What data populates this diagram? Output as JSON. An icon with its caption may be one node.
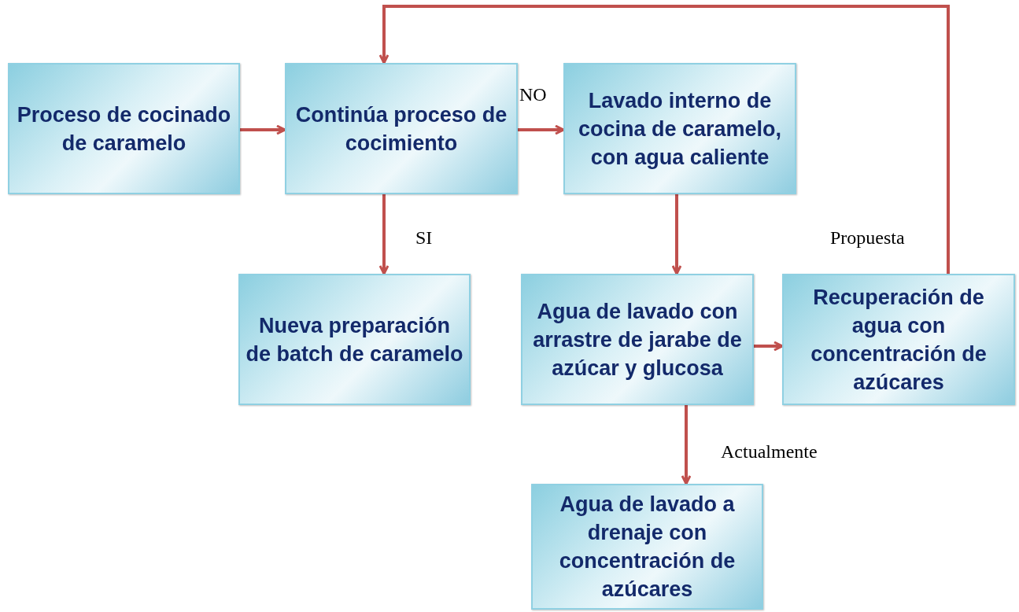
{
  "diagram": {
    "nodes": [
      {
        "text": [
          "Proceso de cocinado de caramelo"
        ]
      },
      {
        "text": [
          "Continúa proceso de cocimiento"
        ]
      },
      {
        "text": [
          "Lavado interno de cocina de caramelo, con agua caliente"
        ]
      },
      {
        "text": [
          "Nueva preparación de batch de caramelo"
        ]
      },
      {
        "text": [
          "Agua de lavado con arrastre de jarabe de azúcar y glucosa"
        ]
      },
      {
        "text": [
          "Recuperación de agua con concentración de azúcares"
        ]
      },
      {
        "text": [
          "Agua de lavado a drenaje con concentración de azúcares"
        ]
      }
    ],
    "edges": [
      {
        "from": 0,
        "to": 1,
        "arrow": "to"
      },
      {
        "from": 1,
        "to": 2,
        "arrow": "to",
        "label": "NO"
      },
      {
        "from": 1,
        "to": 3,
        "arrow": "to",
        "label": "SI"
      },
      {
        "from": 2,
        "to": 4,
        "arrow": "to"
      },
      {
        "from": 4,
        "to": 5,
        "arrow": "to"
      },
      {
        "from": 4,
        "to": 6,
        "arrow": "to",
        "label": "Actualmente"
      },
      {
        "from": 5,
        "to": 1,
        "arrow": "to",
        "label": "Propuesta"
      }
    ]
  }
}
